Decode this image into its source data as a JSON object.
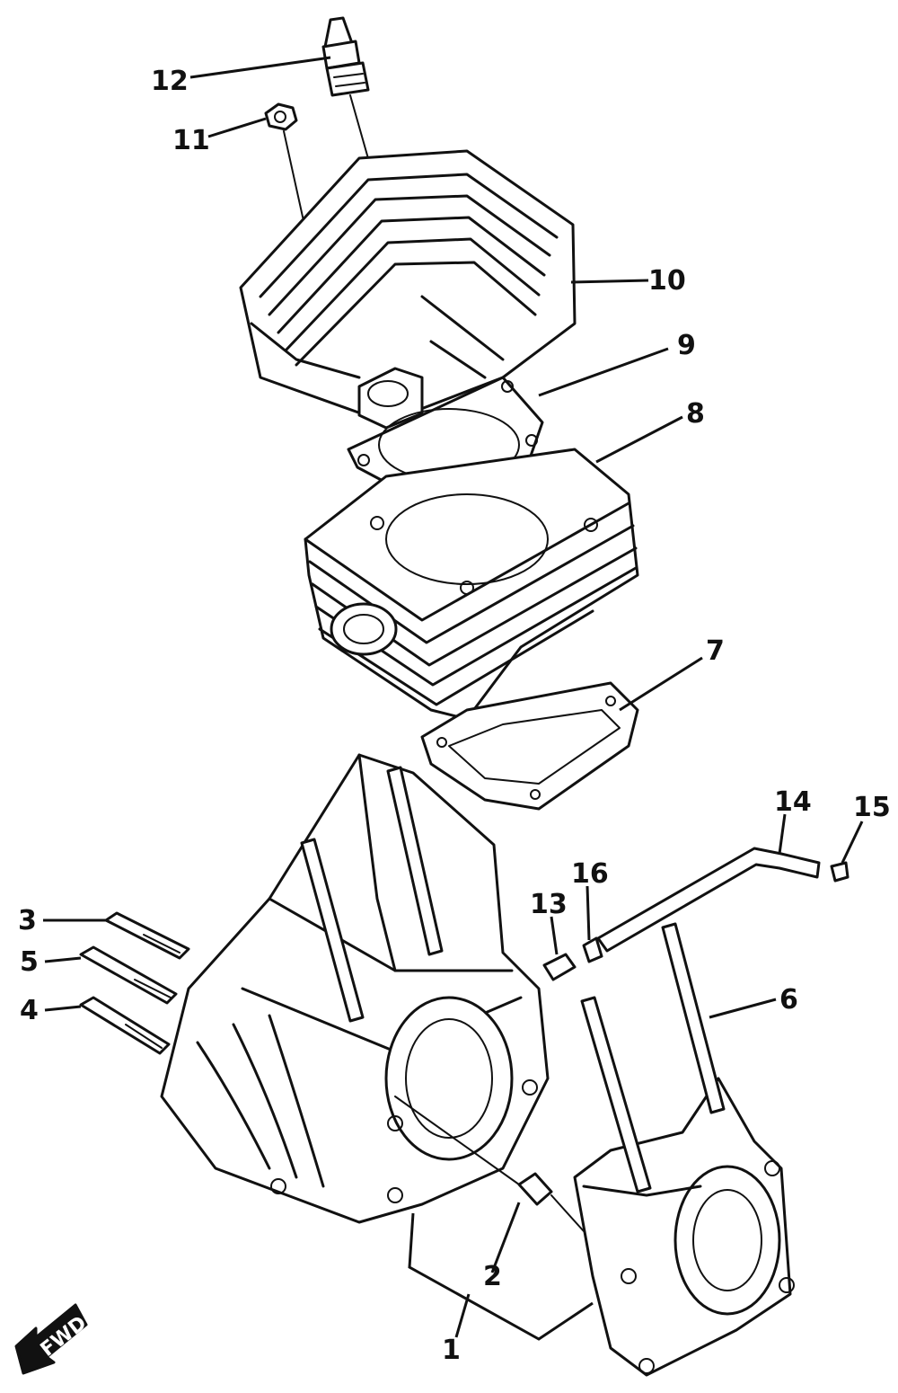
{
  "callouts": {
    "c1": "1",
    "c2": "2",
    "c3": "3",
    "c4": "4",
    "c5": "5",
    "c6": "6",
    "c7": "7",
    "c8": "8",
    "c9": "9",
    "c10": "10",
    "c11": "11",
    "c12": "12",
    "c13": "13",
    "c14": "14",
    "c15": "15",
    "c16": "16"
  },
  "fwd_label": "FWD",
  "colors": {
    "ink": "#111111",
    "paper": "#ffffff"
  },
  "icons": {
    "fwd_arrow": "forward-arrow-icon"
  }
}
